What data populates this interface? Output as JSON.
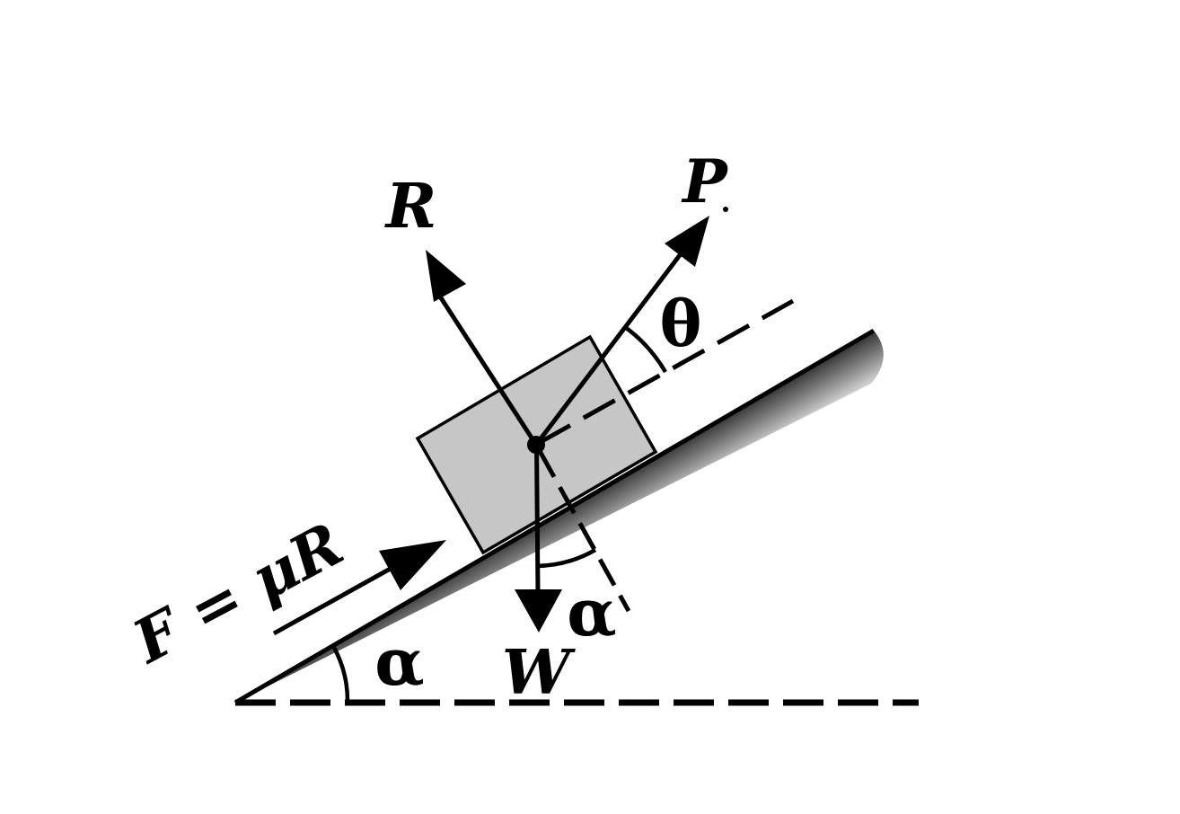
{
  "figure": {
    "forces": {
      "normal": {
        "label": "R"
      },
      "applied": {
        "label": "P"
      },
      "weight": {
        "label": "W"
      },
      "friction": {
        "label": "F = μR"
      }
    },
    "angles": {
      "applied_to_incline": "θ",
      "weight_to_normal": "α",
      "incline_to_ground": "α"
    },
    "colors": {
      "ink": "#000000",
      "background": "#ffffff",
      "block_fill": "#c6c6c6",
      "incline_dark": "#3c3c3c",
      "incline_mid": "#979797",
      "incline_light": "#f6f6f6"
    }
  }
}
